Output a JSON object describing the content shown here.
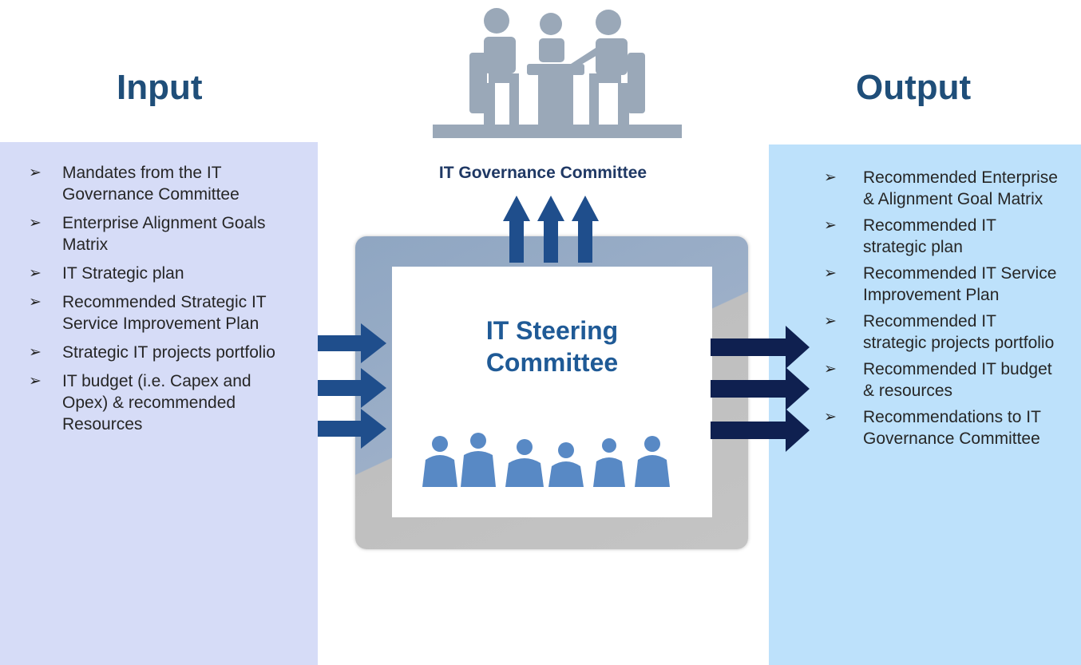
{
  "input": {
    "heading": "Input",
    "items": [
      "Mandates from the IT Governance Committee",
      "Enterprise Alignment Goals Matrix",
      "IT Strategic plan",
      "Recommended Strategic IT Service Improvement Plan",
      "Strategic IT projects portfolio",
      "IT budget (i.e. Capex and Opex) & recommended Resources"
    ]
  },
  "output": {
    "heading": "Output",
    "items": [
      "Recommended Enterprise & Alignment Goal Matrix",
      "Recommended IT strategic plan",
      "Recommended IT Service Improvement Plan",
      "Recommended IT strategic projects portfolio",
      "Recommended IT budget & resources",
      "Recommendations to IT Governance Committee"
    ]
  },
  "governance": {
    "label": "IT Governance Committee"
  },
  "steering": {
    "line1": "IT Steering",
    "line2": "Committee"
  },
  "bullet_symbol": "➢",
  "icons": [
    "meeting-people-icon",
    "team-silhouettes-icon"
  ],
  "colors": {
    "heading": "#1f4e79",
    "input_panel": "#d6dcf7",
    "output_panel": "#bde1fb",
    "arrow_input": "#1f4e8c",
    "arrow_output": "#0f2050",
    "arrow_up": "#1f4e8c",
    "silhouette_top": "#9aa8b8",
    "silhouette_team": "#4a7fc1"
  }
}
